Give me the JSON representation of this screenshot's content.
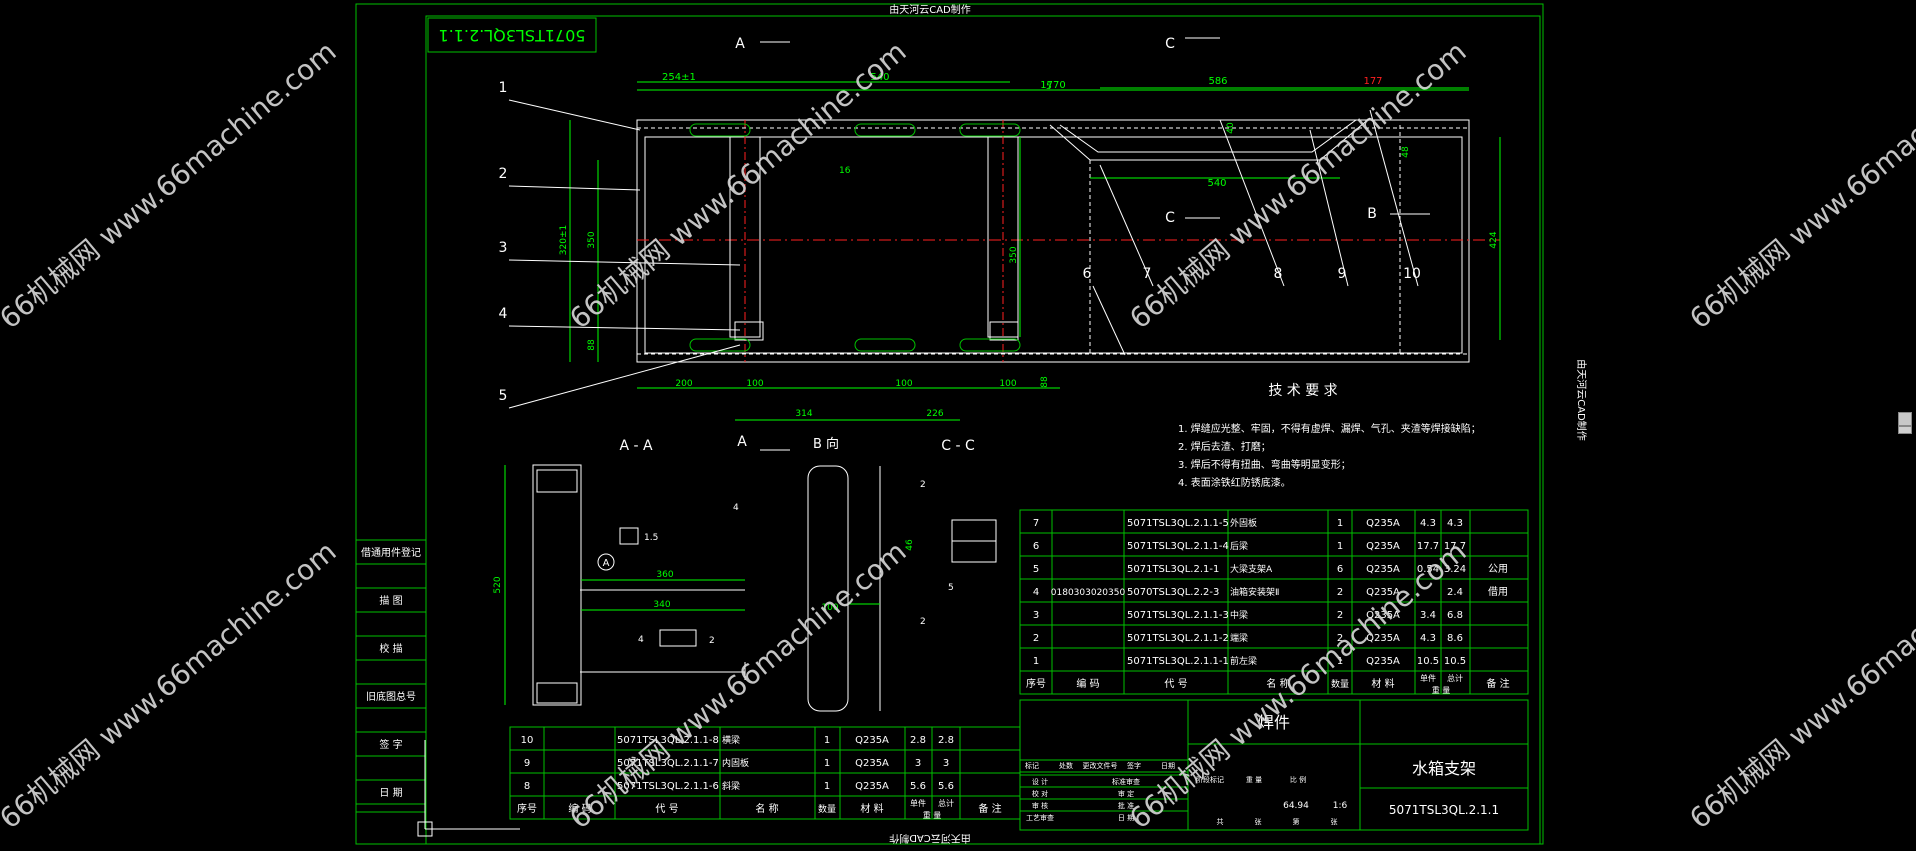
{
  "colors": {
    "frame": "#00c000",
    "dim": "#00ff00",
    "red": "#ff2020",
    "white": "#ffffff",
    "cyan": "#00ffff",
    "watermark": "#d8d8d8"
  },
  "header_top": "由天河云CAD制作",
  "header_bottom": "由天河云CAD制作",
  "header_side": "由天河云CAD制作",
  "drawing_no_rotated": "5071TSL3QL.2.1.1",
  "watermark": "66机械网 www.66machine.com",
  "section_labels": {
    "a_top": "A",
    "c_top": "C",
    "c_mid": "C",
    "b_mid": "B",
    "a_bot": "A",
    "b_dir": "B 向",
    "aa": "A - A",
    "cc": "C - C"
  },
  "dims": {
    "overall": "1770",
    "d254": "254±1",
    "d540a": "540",
    "d586": "586",
    "d177": "177",
    "d540b": "540",
    "d40": "40",
    "d48": "48",
    "d16": "16",
    "d5": "5",
    "d200": "200",
    "d100a": "100",
    "d314": "314",
    "d100b": "100",
    "d226": "226",
    "d100c": "100",
    "d88a": "88",
    "d88b": "88",
    "d320": "320±1",
    "d350a": "350",
    "d350b": "350",
    "d424": "424",
    "d360": "360",
    "d340": "340",
    "d520": "520",
    "d100d": "100",
    "d46": "46",
    "d15": "1.5",
    "dA": "A",
    "d2": "2",
    "w4a": "4",
    "w4b": "4",
    "w5": "5",
    "w2a": "2",
    "w2b": "2"
  },
  "balloons": [
    "1",
    "2",
    "3",
    "4",
    "5",
    "6",
    "7",
    "8",
    "9",
    "10"
  ],
  "tech_req": {
    "title": "技 术 要 求",
    "items": [
      "1. 焊缝应光整、牢固，不得有虚焊、漏焊、气孔、夹渣等焊接缺陷；",
      "2. 焊后去渣、打磨；",
      "3. 焊后不得有扭曲、弯曲等明显变形；",
      "4. 表面涂铁红防锈底漆。"
    ]
  },
  "parts_upper": [
    {
      "no": "7",
      "code": "",
      "drawing": "5071TSL3QL.2.1.1-5",
      "name": "外固板",
      "qty": "1",
      "mat": "Q235A",
      "w1": "4.3",
      "w2": "4.3",
      "note": ""
    },
    {
      "no": "6",
      "code": "",
      "drawing": "5071TSL3QL.2.1.1-4",
      "name": "后梁",
      "qty": "1",
      "mat": "Q235A",
      "w1": "17.7",
      "w2": "17.7",
      "note": ""
    },
    {
      "no": "5",
      "code": "",
      "drawing": "5071TSL3QL.2.1-1",
      "name": "大梁支架A",
      "qty": "6",
      "mat": "Q235A",
      "w1": "0.54",
      "w2": "3.24",
      "note": "公用"
    },
    {
      "no": "4",
      "code": "0180303020350",
      "drawing": "5070TSL3QL.2.2-3",
      "name": "油箱安装架Ⅱ",
      "qty": "2",
      "mat": "Q235A",
      "w1": "",
      "w2": "2.4",
      "note": "借用"
    },
    {
      "no": "3",
      "code": "",
      "drawing": "5071TSL3QL.2.1.1-3",
      "name": "中梁",
      "qty": "2",
      "mat": "Q235A",
      "w1": "3.4",
      "w2": "6.8",
      "note": ""
    },
    {
      "no": "2",
      "code": "",
      "drawing": "5071TSL3QL.2.1.1-2",
      "name": "端梁",
      "qty": "2",
      "mat": "Q235A",
      "w1": "4.3",
      "w2": "8.6",
      "note": ""
    },
    {
      "no": "1",
      "code": "",
      "drawing": "5071TSL3QL.2.1.1-1",
      "name": "前左梁",
      "qty": "1",
      "mat": "Q235A",
      "w1": "10.5",
      "w2": "10.5",
      "note": ""
    }
  ],
  "parts_upper_header": {
    "no": "序号",
    "code": "编  码",
    "drawing": "代  号",
    "name": "名  称",
    "qty": "数量",
    "mat": "材  料",
    "unit": "单件",
    "total": "总计",
    "weight": "重  量",
    "note": "备  注"
  },
  "parts_lower": [
    {
      "no": "10",
      "drawing": "5071TSL3QL.2.1.1-8",
      "name": "横梁",
      "qty": "1",
      "mat": "Q235A",
      "w1": "2.8",
      "w2": "2.8"
    },
    {
      "no": "9",
      "drawing": "5071TSL3QL.2.1.1-7",
      "name": "内固板",
      "qty": "1",
      "mat": "Q235A",
      "w1": "3",
      "w2": "3"
    },
    {
      "no": "8",
      "drawing": "5071TSL3QL.2.1.1-6",
      "name": "斜梁",
      "qty": "1",
      "mat": "Q235A",
      "w1": "5.6",
      "w2": "5.6"
    }
  ],
  "parts_lower_header": {
    "no": "序号",
    "code": "编  码",
    "drawing": "代  号",
    "name": "名  称",
    "qty": "数量",
    "mat": "材  料",
    "unit": "单件",
    "total": "总计",
    "weight": "重  量",
    "note": "备  注"
  },
  "side_table": [
    "借通用件登记",
    "描  图",
    "校  描",
    "旧底图总号",
    "签  字",
    "日  期"
  ],
  "title_block": {
    "weld": "焊件",
    "name": "水箱支架",
    "drawing_no": "5071TSL3QL.2.1.1",
    "weight": "64.94",
    "scale": "1:6",
    "rows": [
      "标记",
      "处数",
      "更改文件号",
      "签字",
      "日期"
    ],
    "left_labels": [
      "设 计",
      "校 对",
      "审 核",
      "工艺审查"
    ],
    "mid_labels": [
      "标准审查",
      "审 定",
      "批 准",
      "日 期"
    ],
    "stage_labels": [
      "阶段标记",
      "重 量",
      "比 例"
    ],
    "sheet": [
      "共",
      "张",
      "第",
      "张"
    ]
  }
}
